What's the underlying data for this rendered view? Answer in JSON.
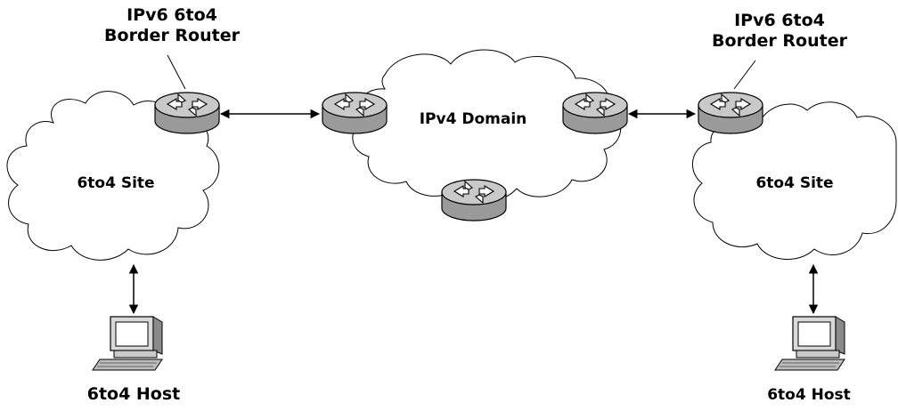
{
  "diagram": {
    "labels": {
      "left_router_line1": "IPv6 6to4",
      "left_router_line2": "Border Router",
      "right_router_line1": "IPv6 6to4",
      "right_router_line2": "Border Router",
      "ipv4_domain": "IPv4 Domain",
      "left_site": "6to4 Site",
      "right_site": "6to4 Site",
      "left_host": "6to4 Host",
      "right_host": "6to4 Host"
    },
    "colors": {
      "router_fill": "#a9a9a9",
      "router_top": "#c8c8c8",
      "cloud_fill": "#ffffff",
      "stroke": "#000000"
    },
    "icons": [
      "router-icon",
      "computer-icon",
      "cloud-shape",
      "double-arrow"
    ]
  }
}
